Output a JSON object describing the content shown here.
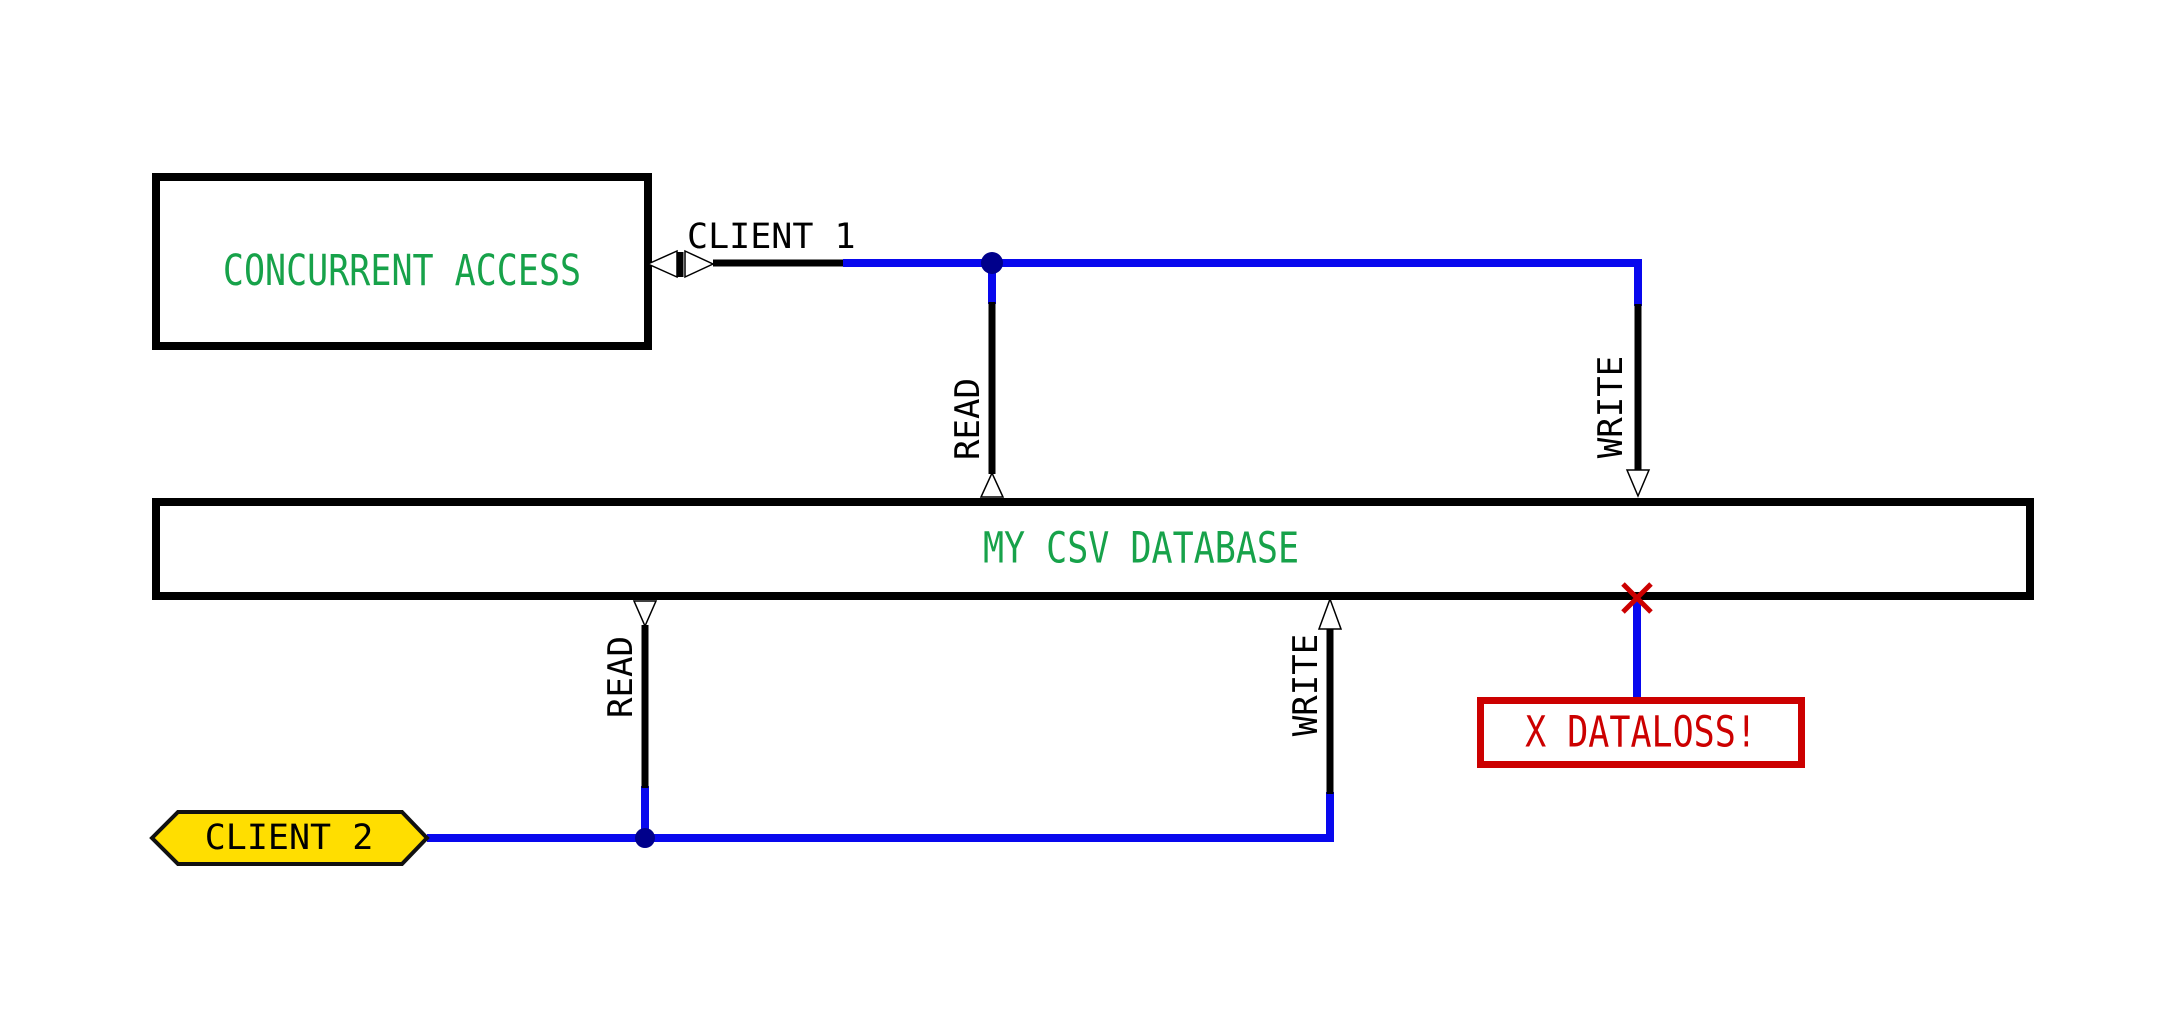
{
  "diagram": {
    "boxes": {
      "concurrent_access": {
        "label": "CONCURRENT ACCESS"
      },
      "database": {
        "label": "MY CSV DATABASE"
      },
      "dataloss": {
        "label": "X DATALOSS!"
      }
    },
    "nodes": {
      "client1": {
        "label": "CLIENT 1"
      },
      "client2": {
        "label": "CLIENT 2"
      }
    },
    "edges": {
      "client1_read": {
        "label": "READ"
      },
      "client1_write": {
        "label": "WRITE"
      },
      "client2_read": {
        "label": "READ"
      },
      "client2_write": {
        "label": "WRITE"
      }
    },
    "colors": {
      "green_text": "#17a24a",
      "blue_line": "#0808ee",
      "junction_dot": "#00008b",
      "red_alert": "#cc0000",
      "client2_fill": "#ffde00",
      "line_black": "#000000"
    }
  }
}
